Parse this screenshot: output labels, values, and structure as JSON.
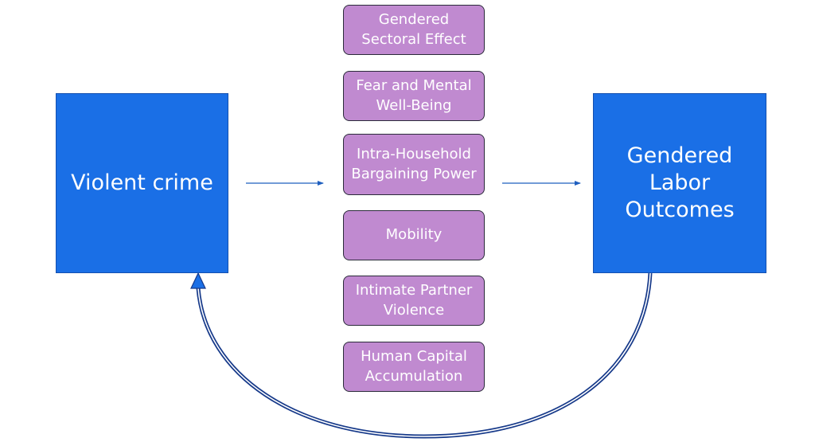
{
  "cause": {
    "label": "Violent crime"
  },
  "outcome": {
    "label": "Gendered Labor Outcomes"
  },
  "mechanisms": [
    {
      "label": "Gendered Sectoral Effect"
    },
    {
      "label": "Fear and Mental Well-Being"
    },
    {
      "label": "Intra-Household Bargaining Power"
    },
    {
      "label": "Mobility"
    },
    {
      "label": "Intimate Partner Violence"
    },
    {
      "label": "Human Capital Accumulation"
    }
  ],
  "colors": {
    "main_box": "#1a6fe6",
    "mechanism_box": "#c08ad0",
    "arrow": "#1f5fbf",
    "feedback_arrow": "#173a8a"
  }
}
